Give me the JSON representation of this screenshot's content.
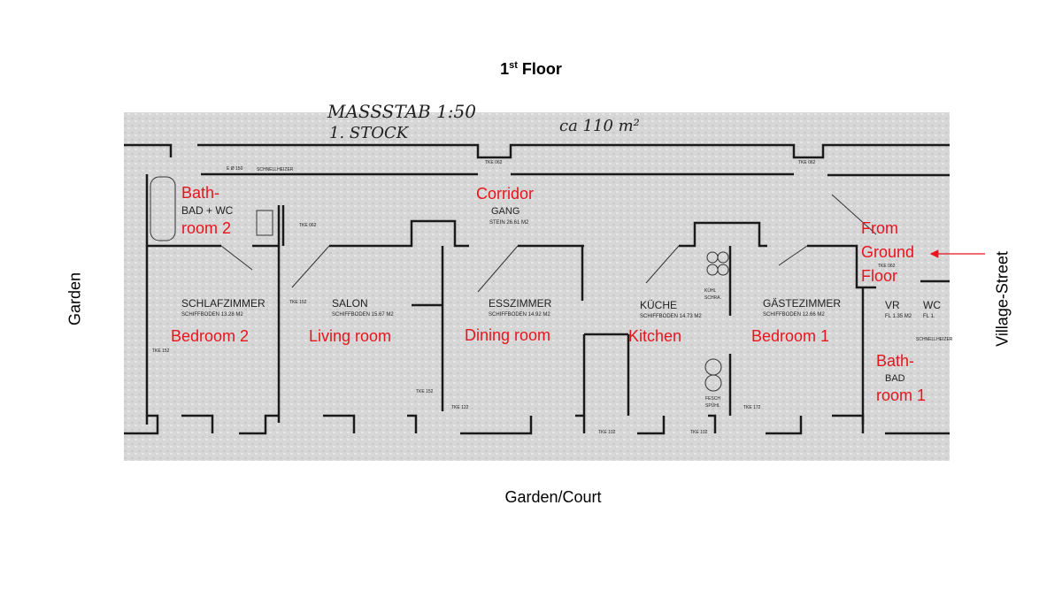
{
  "title": {
    "main": "1",
    "sup": "st",
    "rest": " Floor"
  },
  "orientation": {
    "left": "Garden",
    "right": "Village-Street",
    "bottom": "Garden/Court"
  },
  "handwriting": {
    "scale": "MASSSTAB 1:50",
    "floor": "1. STOCK",
    "area": "ca 110 m²"
  },
  "rooms": [
    {
      "name": "BAD + WC",
      "label": "Bath-",
      "label2": "room 2"
    },
    {
      "name": "GANG",
      "floor": "STEIN 26.61 M2",
      "label": "Corridor"
    },
    {
      "name": "SCHLAFZIMMER",
      "floor": "SCHIFFBODEN 13.28 M2",
      "label": "Bedroom 2"
    },
    {
      "name": "SALON",
      "floor": "SCHIFFBODEN 15.67 M2",
      "label": "Living room"
    },
    {
      "name": "ESSZIMMER",
      "floor": "SCHIFFBODEN 14.92 M2",
      "label": "Dining room"
    },
    {
      "name": "KÜCHE",
      "floor": "SCHIFFBODEN 14.73 M2",
      "label": "Kitchen"
    },
    {
      "name": "GÄSTEZIMMER",
      "floor": "SCHIFFBODEN 12.66 M2",
      "label": "Bedroom 1"
    },
    {
      "name": "VR",
      "floor": "FL 1.35 M2"
    },
    {
      "name": "WC",
      "floor": "FL 1."
    },
    {
      "name": "BAD",
      "label": "Bath-",
      "label2": "room 1"
    }
  ],
  "entrance": {
    "line1": "From",
    "line2": "Ground",
    "line3": "Floor"
  },
  "annotations": {
    "tke062": "TKE 062",
    "tke152": "TKE 152",
    "tke122": "TKE 122",
    "tke102": "TKE 102",
    "tke172": "TKE 172",
    "e150": "E Ø 150",
    "heater": "SCHNELLHEIZER",
    "fridge1": "KÜHL",
    "fridge2": "SCHRA.",
    "sink1": "FESCH",
    "sink2": "SPÜHL"
  },
  "colors": {
    "label": "#e8141c",
    "paper": "#d9d9d9"
  }
}
